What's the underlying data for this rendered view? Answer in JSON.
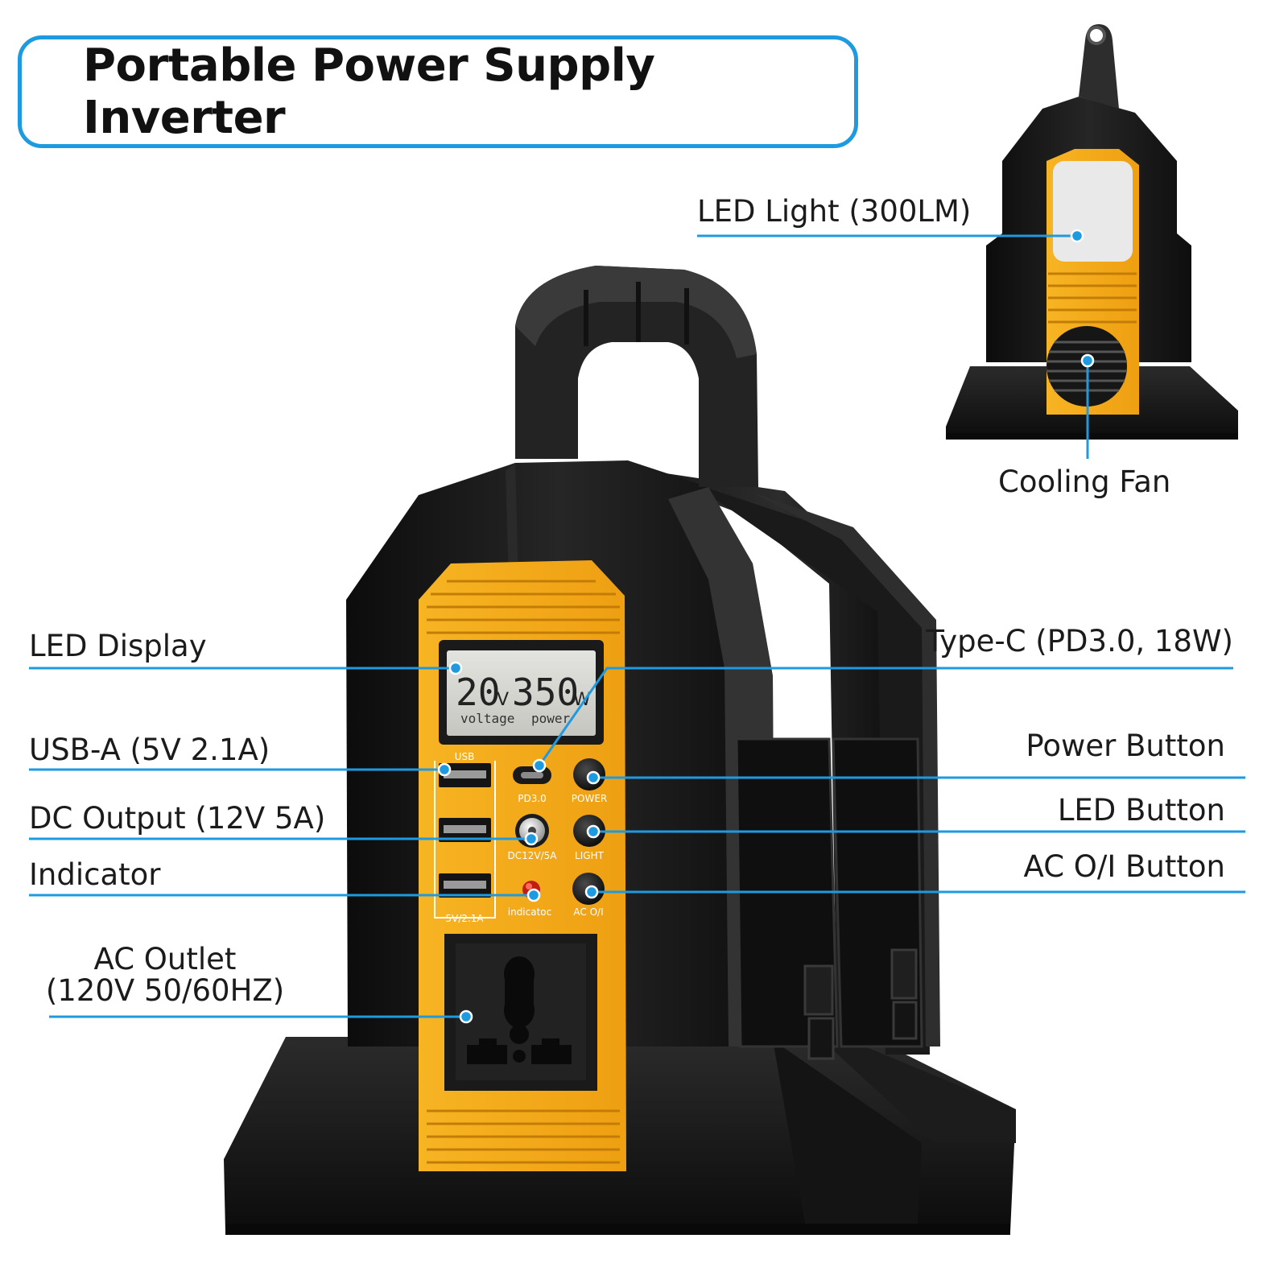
{
  "title": "Portable Power Supply Inverter",
  "colors": {
    "accent": "#1e9be0",
    "body": "#171717",
    "panel": "#f5ab1d"
  },
  "display": {
    "voltage": "20",
    "voltage_unit": "V",
    "power": "350",
    "power_unit": "W",
    "voltage_label": "voltage",
    "power_label": "power"
  },
  "panel_labels": {
    "usb": "USB",
    "pd": "PD3.0",
    "power": "POWER",
    "dc": "DC12V/5A",
    "light": "LIGHT",
    "usb_rating": "5V/2.1A",
    "indicator": "indicatoc",
    "ac": "AC O/I"
  },
  "callouts": {
    "led_light": "LED Light (300LM)",
    "cooling_fan": "Cooling Fan",
    "led_display": "LED Display",
    "type_c": "Type-C (PD3.0, 18W)",
    "usb_a": "USB-A (5V 2.1A)",
    "power_button": "Power Button",
    "dc_output": "DC Output (12V 5A)",
    "led_button": "LED Button",
    "indicator": "Indicator",
    "ac_button": "AC O/I Button",
    "ac_outlet_line1": "AC Outlet",
    "ac_outlet_line2": "(120V 50/60HZ)"
  }
}
